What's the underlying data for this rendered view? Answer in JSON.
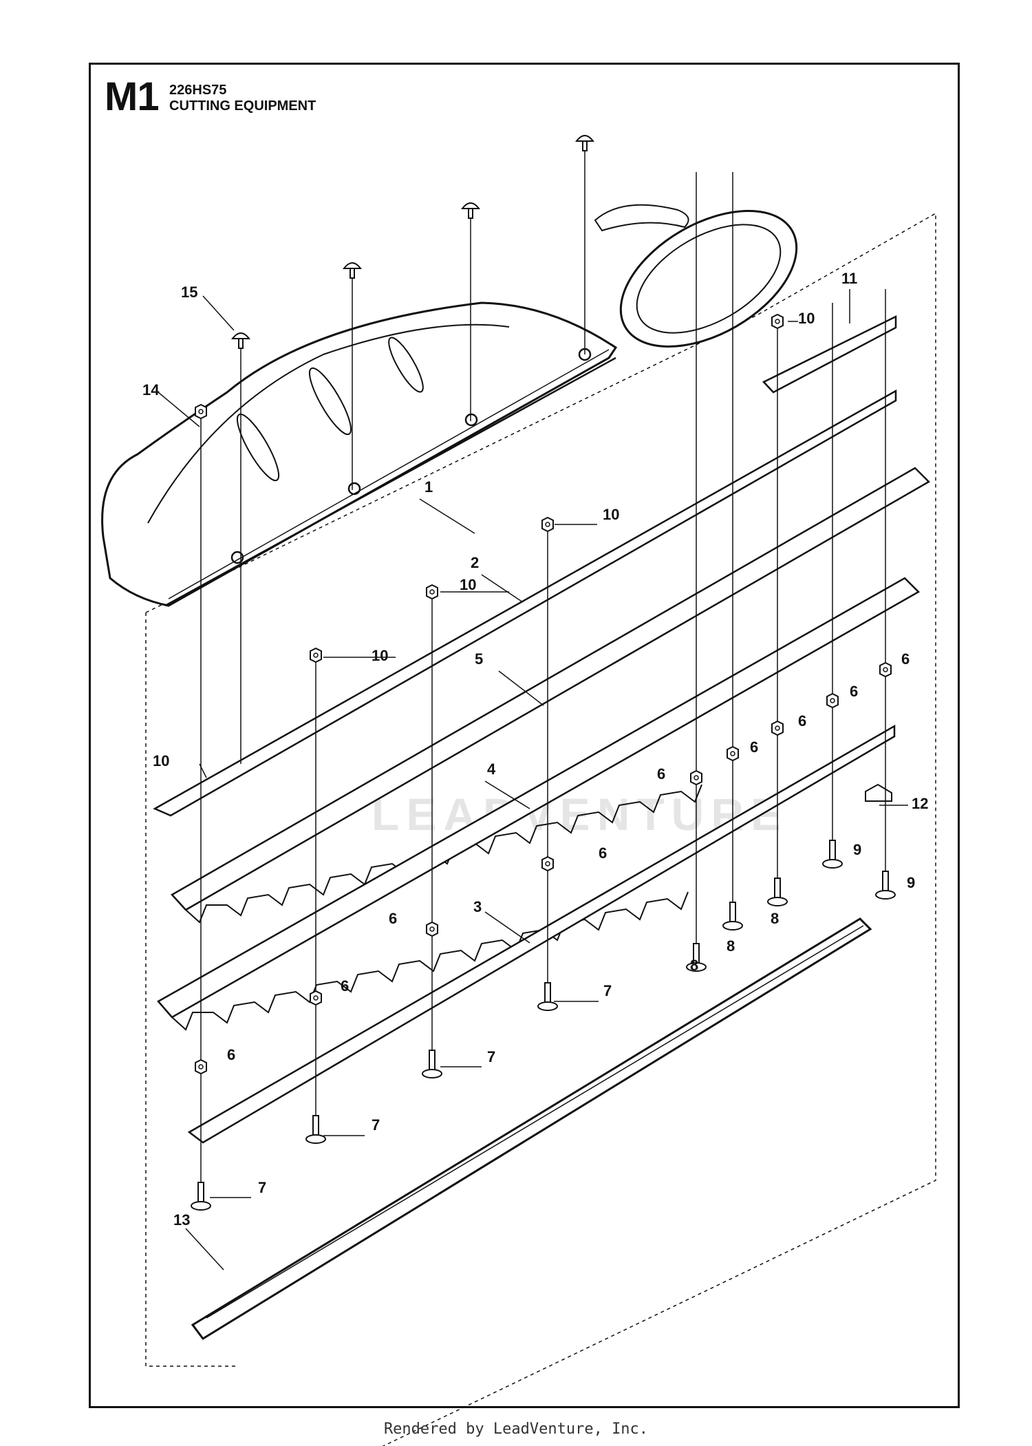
{
  "header": {
    "diagram_id": "M1",
    "model": "226HS75",
    "title": "CUTTING EQUIPMENT"
  },
  "watermark": "LEADVENTURE",
  "footer": "Rendered by LeadVenture, Inc.",
  "callouts": [
    "1",
    "2",
    "3",
    "4",
    "5",
    "6",
    "7",
    "8",
    "9",
    "10",
    "11",
    "12",
    "13",
    "14",
    "15"
  ],
  "colors": {
    "ink": "#111111",
    "background": "#ffffff",
    "watermark": "#d0d0d0"
  }
}
